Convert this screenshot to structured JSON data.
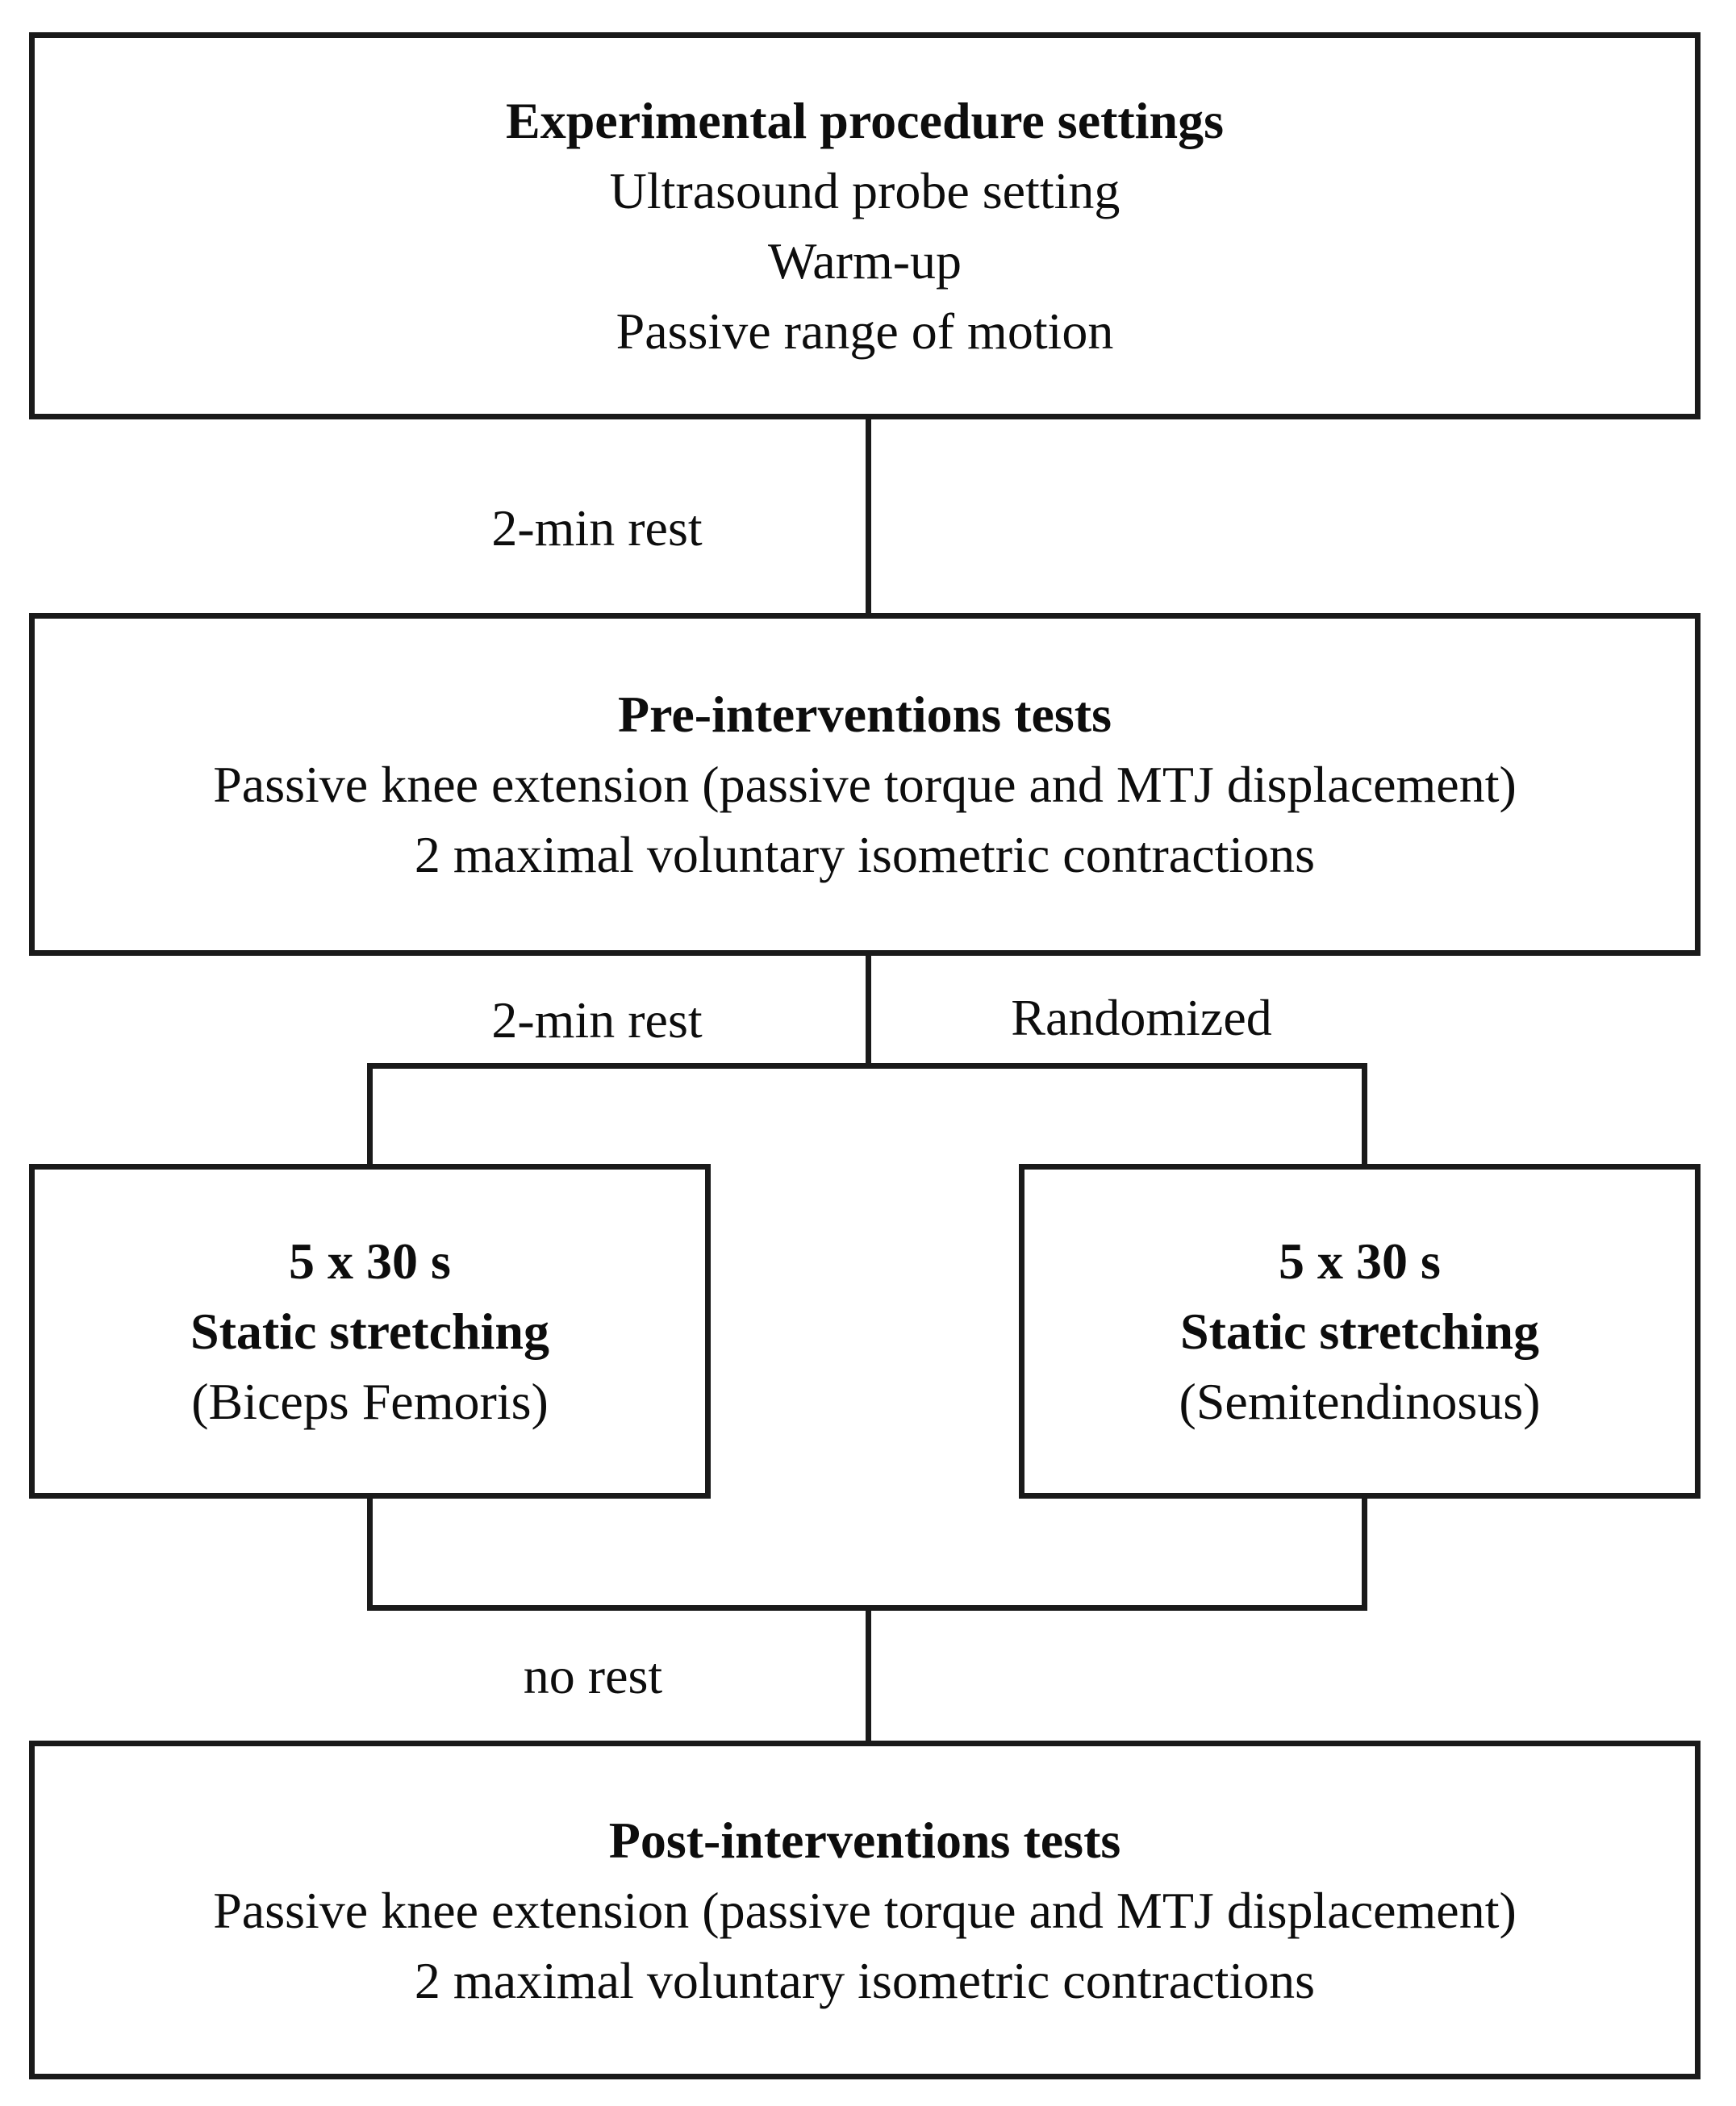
{
  "flowchart": {
    "box_settings": {
      "line1": "Experimental procedure settings",
      "line2": "Ultrasound probe setting",
      "line3": "Warm-up",
      "line4": "Passive range of motion"
    },
    "box_pre": {
      "line1": "Pre-interventions tests",
      "line2": "Passive knee extension (passive torque and MTJ displacement)",
      "line3": "2 maximal voluntary isometric contractions"
    },
    "box_stretch_left": {
      "line1": "5 x 30 s",
      "line2": "Static stretching",
      "line3": "(Biceps Femoris)"
    },
    "box_stretch_right": {
      "line1": "5 x 30 s",
      "line2": "Static stretching",
      "line3": "(Semitendinosus)"
    },
    "box_post": {
      "line1": "Post-interventions tests",
      "line2": "Passive knee extension (passive torque and MTJ displacement)",
      "line3": "2 maximal voluntary isometric contractions"
    },
    "labels": {
      "rest_1": "2-min rest",
      "rest_2": "2-min rest",
      "randomized": "Randomized",
      "no_rest": "no rest"
    },
    "colors": {
      "line": "#1a1a1a",
      "text": "#0d0d0d",
      "background": "#ffffff"
    }
  }
}
